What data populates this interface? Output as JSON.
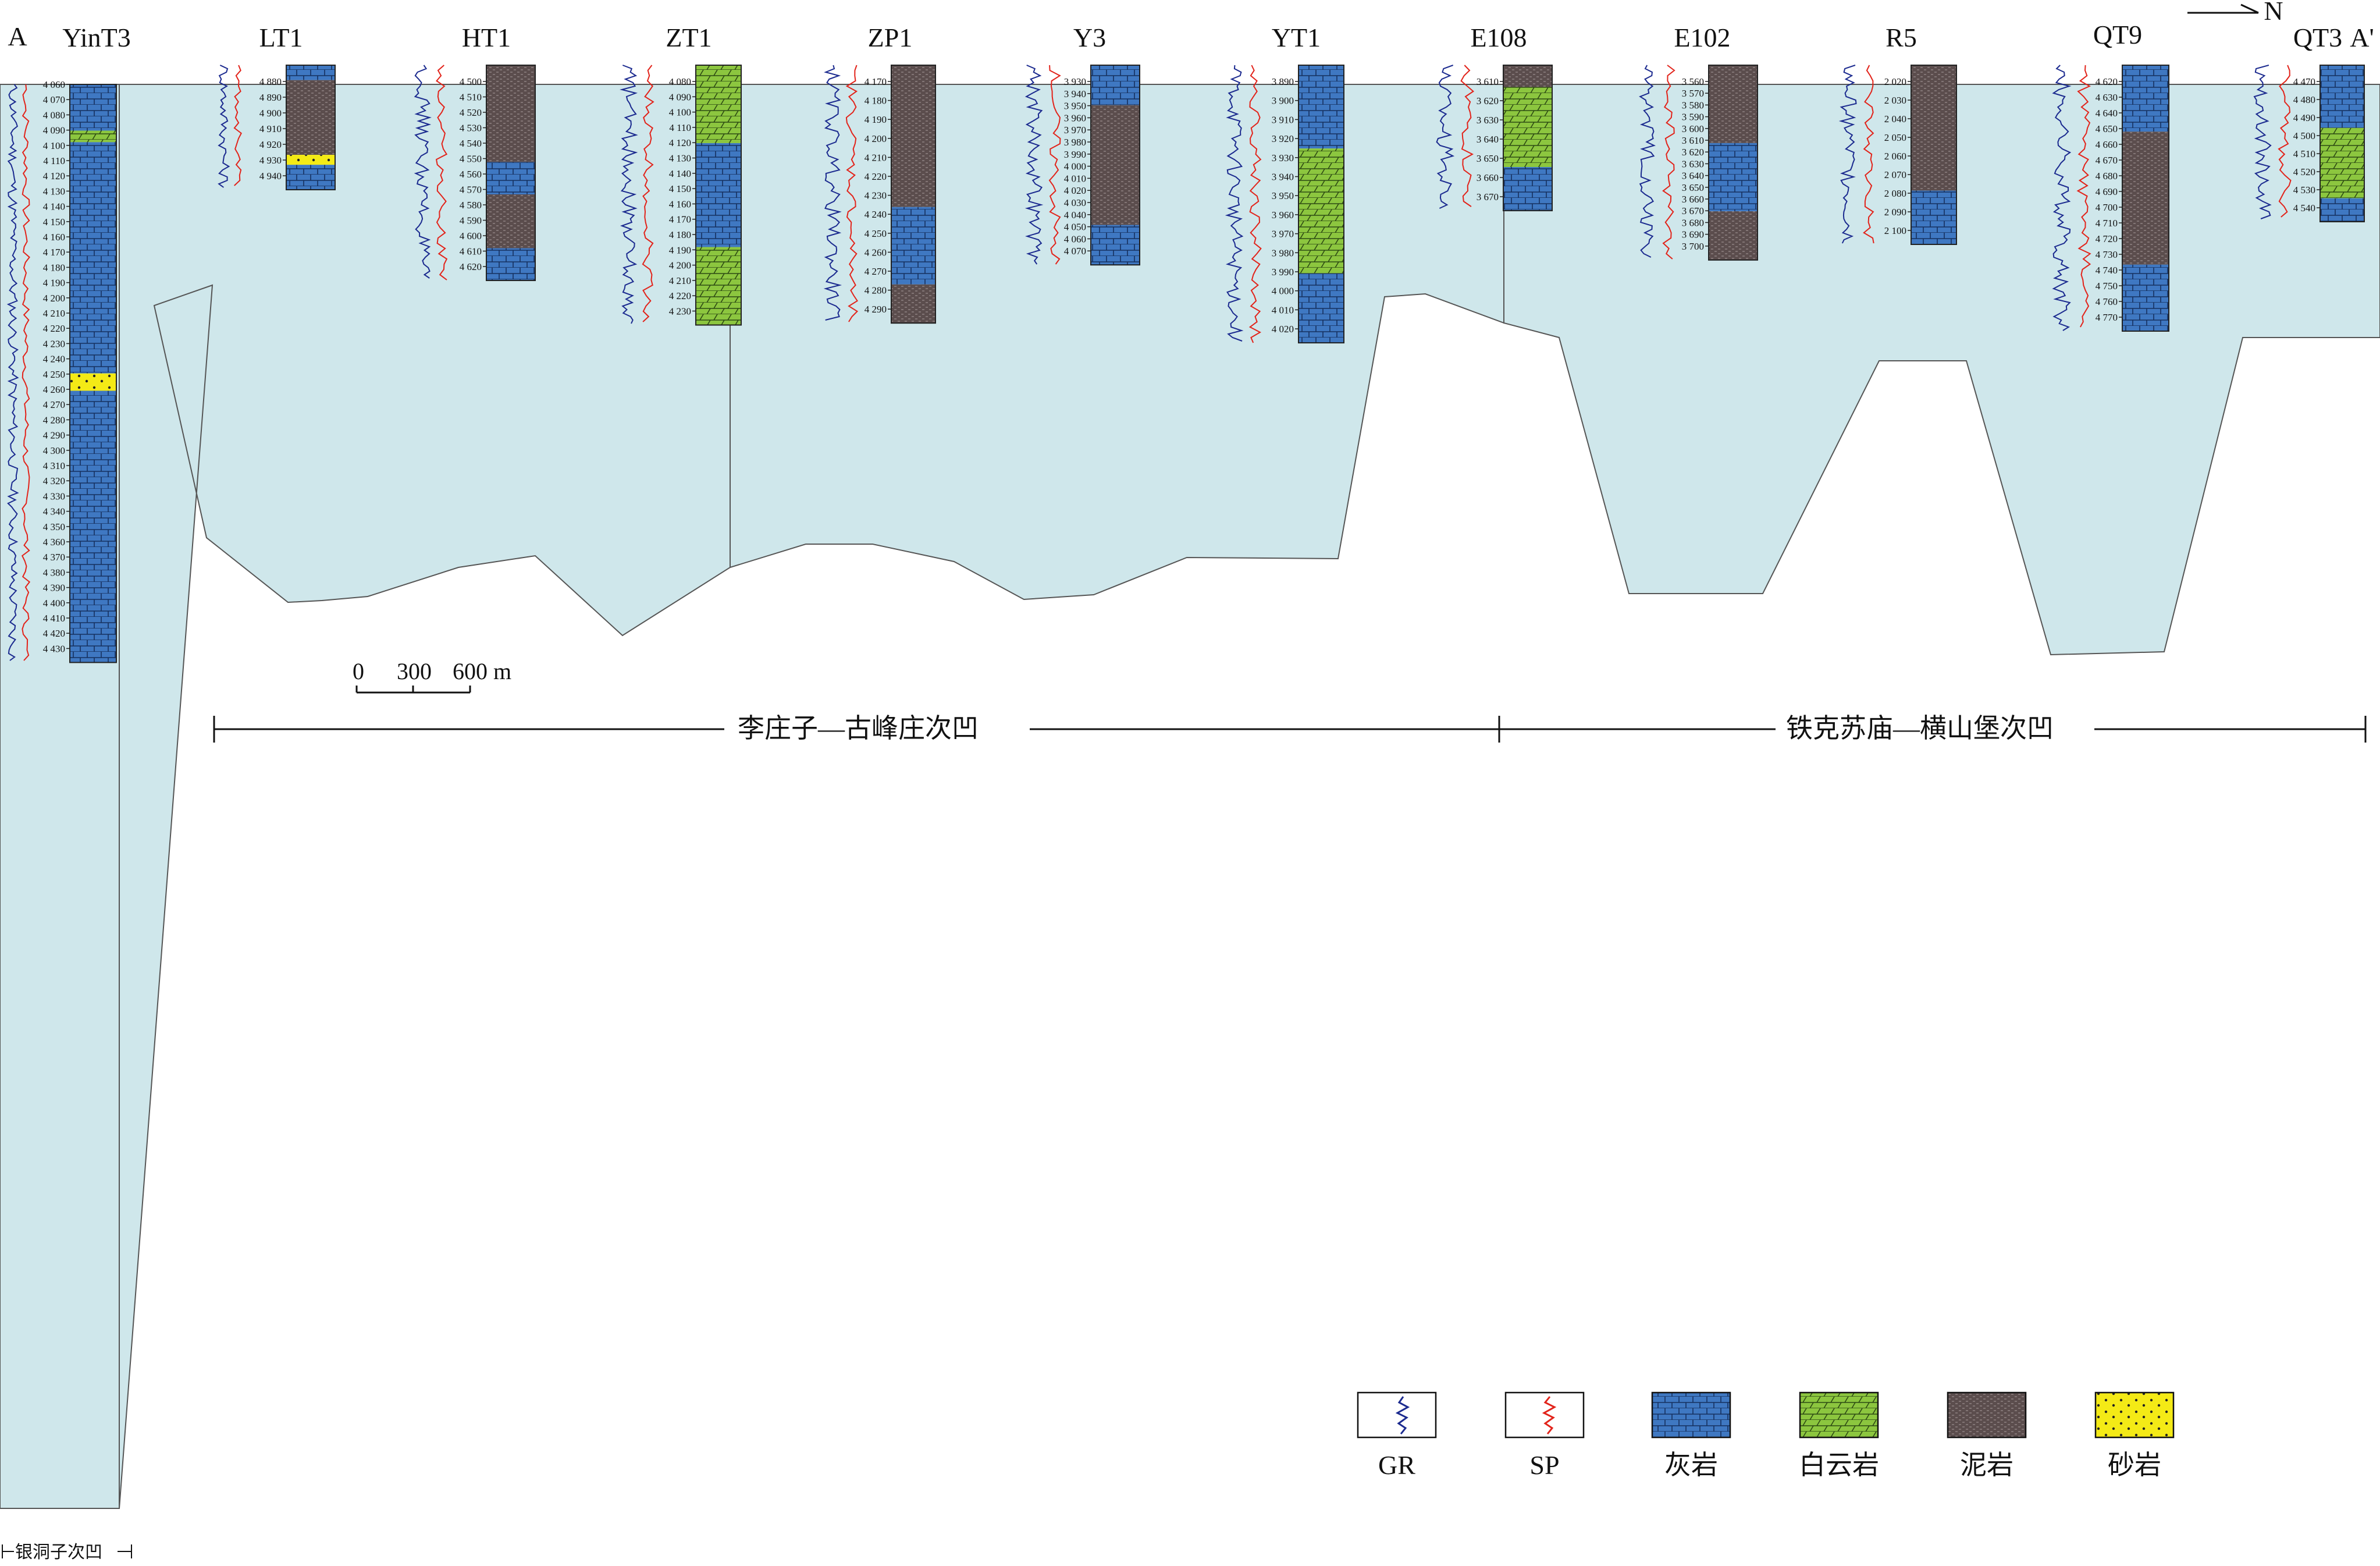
{
  "section": {
    "start_label": "A",
    "end_label": "A'",
    "north_label": "N",
    "scale": {
      "ticks": [
        "0",
        "300",
        "600 m"
      ]
    },
    "sub_basins": [
      {
        "label": "李庄子—古峰庄次凹"
      },
      {
        "label": "铁克苏庙—横山堡次凹"
      },
      {
        "label": "银洞子次凹"
      }
    ]
  },
  "wells": [
    {
      "name": "YinT3",
      "depths": [
        "4 060",
        "4 070",
        "4 080",
        "4 090",
        "4 100",
        "4 110",
        "4 120",
        "4 130",
        "4 140",
        "4 150",
        "4 160",
        "4 170",
        "4 180",
        "4 190",
        "4 200",
        "4 210",
        "4 220",
        "4 230",
        "4 240",
        "4 250",
        "4 260",
        "4 270",
        "4 280",
        "4 290",
        "4 300",
        "4 310",
        "4 320",
        "4 330",
        "4 340",
        "4 350",
        "4 360",
        "4 370",
        "4 380",
        "4 390",
        "4 400",
        "4 410",
        "4 420",
        "4 430"
      ]
    },
    {
      "name": "LT1",
      "depths": [
        "4 880",
        "4 890",
        "4 900",
        "4 910",
        "4 920",
        "4 930",
        "4 940"
      ]
    },
    {
      "name": "HT1",
      "depths": [
        "4 500",
        "4 510",
        "4 520",
        "4 530",
        "4 540",
        "4 550",
        "4 560",
        "4 570",
        "4 580",
        "4 590",
        "4 600",
        "4 610",
        "4 620"
      ]
    },
    {
      "name": "ZT1",
      "depths": [
        "4 080",
        "4 090",
        "4 100",
        "4 110",
        "4 120",
        "4 130",
        "4 140",
        "4 150",
        "4 160",
        "4 170",
        "4 180",
        "4 190",
        "4 200",
        "4 210",
        "4 220",
        "4 230"
      ]
    },
    {
      "name": "ZP1",
      "depths": [
        "4 170",
        "4 180",
        "4 190",
        "4 200",
        "4 210",
        "4 220",
        "4 230",
        "4 240",
        "4 250",
        "4 260",
        "4 270",
        "4 280",
        "4 290"
      ]
    },
    {
      "name": "Y3",
      "depths": [
        "3 930",
        "3 940",
        "3 950",
        "3 960",
        "3 970",
        "3 980",
        "3 990",
        "4 000",
        "4 010",
        "4 020",
        "4 030",
        "4 040",
        "4 050",
        "4 060",
        "4 070"
      ]
    },
    {
      "name": "YT1",
      "depths": [
        "3 890",
        "3 900",
        "3 910",
        "3 920",
        "3 930",
        "3 940",
        "3 950",
        "3 960",
        "3 970",
        "3 980",
        "3 990",
        "4 000",
        "4 010",
        "4 020"
      ]
    },
    {
      "name": "E108",
      "depths": [
        "3 610",
        "3 620",
        "3 630",
        "3 640",
        "3 650",
        "3 660",
        "3 670"
      ]
    },
    {
      "name": "E102",
      "depths": [
        "3 560",
        "3 570",
        "3 580",
        "3 590",
        "3 600",
        "3 610",
        "3 620",
        "3 630",
        "3 640",
        "3 650",
        "3 660",
        "3 670",
        "3 680",
        "3 690",
        "3 700"
      ]
    },
    {
      "name": "R5",
      "depths": [
        "2 020",
        "2 030",
        "2 040",
        "2 050",
        "2 060",
        "2 070",
        "2 080",
        "2 090",
        "2 100"
      ]
    },
    {
      "name": "QT9",
      "depths": [
        "4 620",
        "4 630",
        "4 640",
        "4 650",
        "4 660",
        "4 670",
        "4 680",
        "4 690",
        "4 700",
        "4 710",
        "4 720",
        "4 730",
        "4 740",
        "4 750",
        "4 760",
        "4 770"
      ]
    },
    {
      "name": "QT3",
      "depths": [
        "4 470",
        "4 480",
        "4 490",
        "4 500",
        "4 510",
        "4 520",
        "4 530",
        "4 540"
      ]
    }
  ],
  "legend": [
    {
      "key": "gr",
      "label": "GR"
    },
    {
      "key": "sp",
      "label": "SP"
    },
    {
      "key": "limestone",
      "label": "灰岩"
    },
    {
      "key": "dolomite",
      "label": "白云岩"
    },
    {
      "key": "mudstone",
      "label": "泥岩"
    },
    {
      "key": "sandstone",
      "label": "砂岩"
    }
  ],
  "colors": {
    "fill": "#cfe7eb",
    "limestone": "#3f78c2",
    "dolomite": "#8cc63f",
    "mudstone": "#5b4d4d",
    "sandstone": "#f4ea16",
    "gr": "#1b2a8f",
    "sp": "#e2231a"
  }
}
